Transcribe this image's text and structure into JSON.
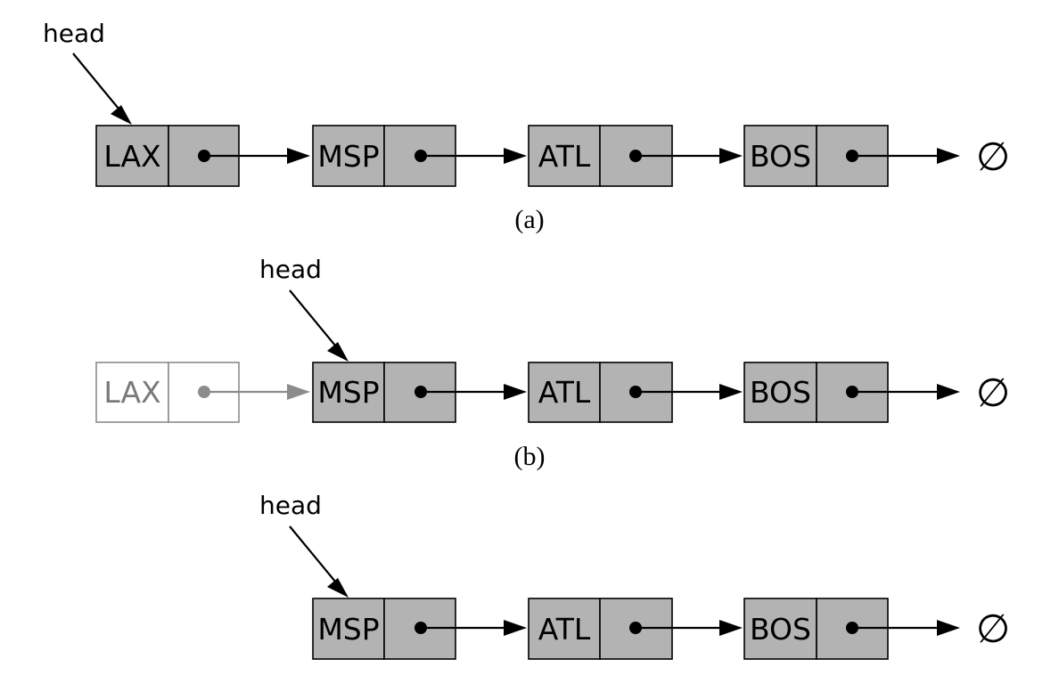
{
  "head_label": "head",
  "null_label": "∅",
  "colors": {
    "active_fill": "#b3b3b3",
    "active_stroke": "#000000",
    "removed_fill": "#ffffff",
    "removed_stroke": "#8c8c8c",
    "removed_text": "#7a7a7a",
    "removed_arrow": "#8c8c8c"
  },
  "panels": [
    {
      "caption": "(a)",
      "nodes": [
        {
          "label": "LAX",
          "state": "active"
        },
        {
          "label": "MSP",
          "state": "active"
        },
        {
          "label": "ATL",
          "state": "active"
        },
        {
          "label": "BOS",
          "state": "active"
        }
      ],
      "head_points_to": "LAX"
    },
    {
      "caption": "(b)",
      "nodes": [
        {
          "label": "LAX",
          "state": "removed"
        },
        {
          "label": "MSP",
          "state": "active"
        },
        {
          "label": "ATL",
          "state": "active"
        },
        {
          "label": "BOS",
          "state": "active"
        }
      ],
      "head_points_to": "MSP"
    },
    {
      "caption": "",
      "nodes": [
        {
          "label": "MSP",
          "state": "active"
        },
        {
          "label": "ATL",
          "state": "active"
        },
        {
          "label": "BOS",
          "state": "active"
        }
      ],
      "head_points_to": "MSP"
    }
  ]
}
